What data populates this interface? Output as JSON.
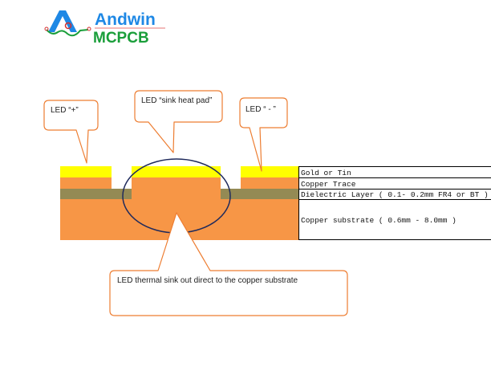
{
  "logo": {
    "name": "Andwin",
    "sub": "MCPCB"
  },
  "callouts": {
    "led_plus": "LED “+”",
    "sink_pad": "LED “sink heat pad”",
    "led_minus": "LED “ - ”",
    "thermal": "LED  thermal sink out direct to the copper substrate"
  },
  "layers": [
    {
      "label": "Gold or Tin",
      "color": "#ffff00"
    },
    {
      "label": "Copper Trace",
      "color": "#f79646"
    },
    {
      "label": "Dielectric Layer ( 0.1- 0.2mm FR4 or BT )",
      "color": "#948a54"
    },
    {
      "label": "Copper substrate ( 0.6mm - 8.0mm )",
      "color": "#f79646"
    }
  ],
  "colors": {
    "callout_border": "#ed7d31",
    "ellipse": "#1f2a5c",
    "logo_blue": "#1e88e5",
    "logo_green": "#1a9e3a"
  }
}
